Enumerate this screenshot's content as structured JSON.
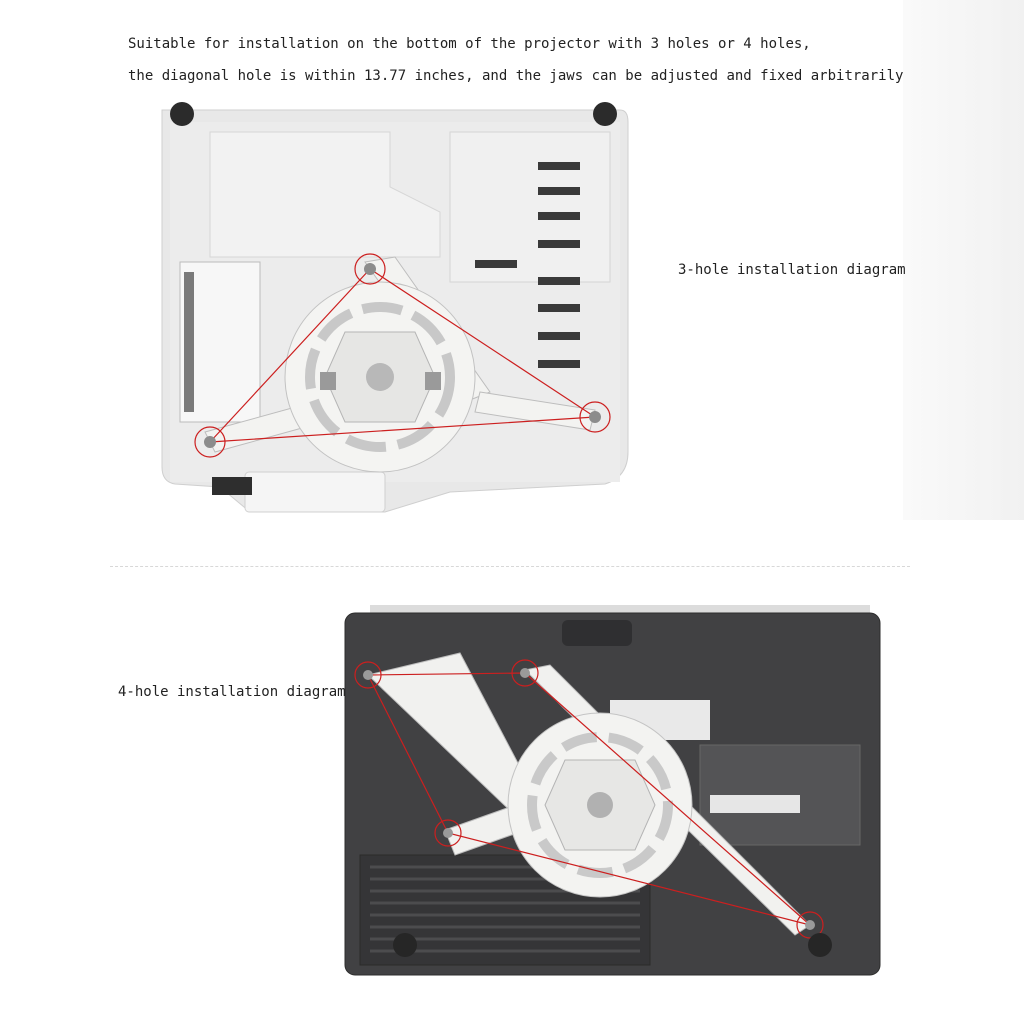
{
  "captions": {
    "line1": "Suitable for installation on the bottom of the projector with 3 holes or 4 holes,",
    "line2": "the diagonal hole is within 13.77 inches, and the jaws can be adjusted and fixed arbitrarily"
  },
  "diagram3": {
    "label": "3-hole installation diagram"
  },
  "diagram4": {
    "label": "4-hole installation diagram"
  },
  "colors": {
    "highlight": "#cc1f1f",
    "projector_white": "#e9e9e9",
    "projector_dark": "#3f3f41",
    "bracket": "#f2f2f0"
  }
}
